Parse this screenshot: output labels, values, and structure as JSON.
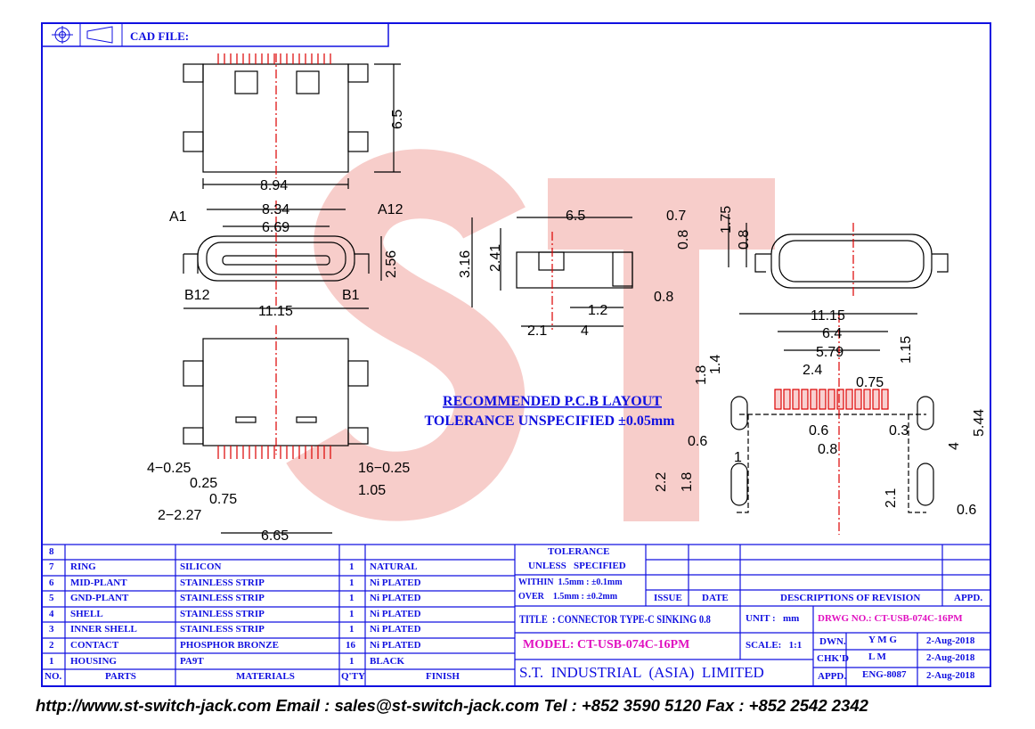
{
  "header": {
    "cad_label": "CAD FILE:"
  },
  "watermark": "ST",
  "note": {
    "line1": "RECOMMENDED P.C.B LAYOUT",
    "line2": "TOLERANCE UNSPECIFIED ±0.05mm"
  },
  "dims": {
    "top_h": "6.5",
    "top_w": "8.94",
    "f_834": "8.34",
    "f_669": "6.69",
    "f_a1": "A1",
    "f_a12": "A12",
    "f_256": "2.56",
    "f_b12": "B12",
    "f_b1": "B1",
    "f_1115": "11.15",
    "s_316": "3.16",
    "s_241": "2.41",
    "s_65": "6.5",
    "s_07": "0.7",
    "s_08v": "0.8",
    "s_12": "1.2",
    "s_08": "0.8",
    "s_21": "2.1",
    "s_4": "4",
    "e_175": "1.75",
    "e_08": "0.8",
    "p_1115": "11.15",
    "p_64": "6.4",
    "p_579": "5.79",
    "p_24": "2.4",
    "p_075": "0.75",
    "p_115": "1.15",
    "p_18a": "1.8",
    "p_14": "1.4",
    "p_06a": "0.6",
    "p_08": "0.8",
    "p_03": "0.3",
    "p_06b": "0.6",
    "p_1": "1",
    "p_4": "4",
    "p_544": "5.44",
    "p_22": "2.2",
    "p_18b": "1.8",
    "p_21": "2.1",
    "p_06c": "0.6",
    "b_4025": "4−0.25",
    "b_025": "0.25",
    "b_075": "0.75",
    "b_2227": "2−2.27",
    "b_665": "6.65",
    "b_16025": "16−0.25",
    "b_105": "1.05"
  },
  "bom": {
    "headers": [
      "NO.",
      "PARTS",
      "MATERIALS",
      "Q'TY",
      "FINISH"
    ],
    "rows": [
      [
        "8",
        "",
        "",
        "",
        ""
      ],
      [
        "7",
        "RING",
        "SILICON",
        "1",
        "NATURAL"
      ],
      [
        "6",
        "MID-PLANT",
        "STAINLESS STRIP",
        "1",
        "Ni PLATED"
      ],
      [
        "5",
        "GND-PLANT",
        "STAINLESS STRIP",
        "1",
        "Ni PLATED"
      ],
      [
        "4",
        "SHELL",
        "STAINLESS STRIP",
        "1",
        "Ni PLATED"
      ],
      [
        "3",
        "INNER SHELL",
        "STAINLESS STRIP",
        "1",
        "Ni PLATED"
      ],
      [
        "2",
        "CONTACT",
        "PHOSPHOR BRONZE",
        "16",
        "Ni PLATED"
      ],
      [
        "1",
        "HOUSING",
        "PA9T",
        "1",
        "BLACK"
      ]
    ]
  },
  "title_block": {
    "tol1": "TOLERANCE",
    "tol2": "UNLESS   SPECIFIED",
    "tol3": "WITHIN  1.5mm : ±0.1mm",
    "tol4": "OVER    1.5mm : ±0.2mm",
    "issue": "ISSUE",
    "date": "DATE",
    "desc": "DESCRIPTIONS OF REVISION",
    "appd_h": "APPD.",
    "title": "TITLE  : CONNECTOR TYPE-C SINKING 0.8",
    "unit": "UNIT :   mm",
    "drwg": "DRWG NO.: CT-USB-074C-16PM",
    "model": "MODEL: CT-USB-074C-16PM",
    "scale": "SCALE:   1:1",
    "company": "S.T.  INDUSTRIAL  (ASIA)  LIMITED",
    "dwn": "DWN.",
    "dwn_name": "Y M G",
    "dwn_date": "2-Aug-2018",
    "chk": "CHK'D",
    "chk_name": "L M",
    "chk_date": "2-Aug-2018",
    "appd": "APPD.",
    "appd_name": "ENG-8087",
    "appd_date": "2-Aug-2018"
  },
  "footer": "http://www.st-switch-jack.com  Email : sales@st-switch-jack.com  Tel : +852 3590 5120  Fax : +852 2542 2342",
  "colors": {
    "line": "#1010e0",
    "magenta": "#e010c0",
    "watermark": "#f4b8b4"
  }
}
